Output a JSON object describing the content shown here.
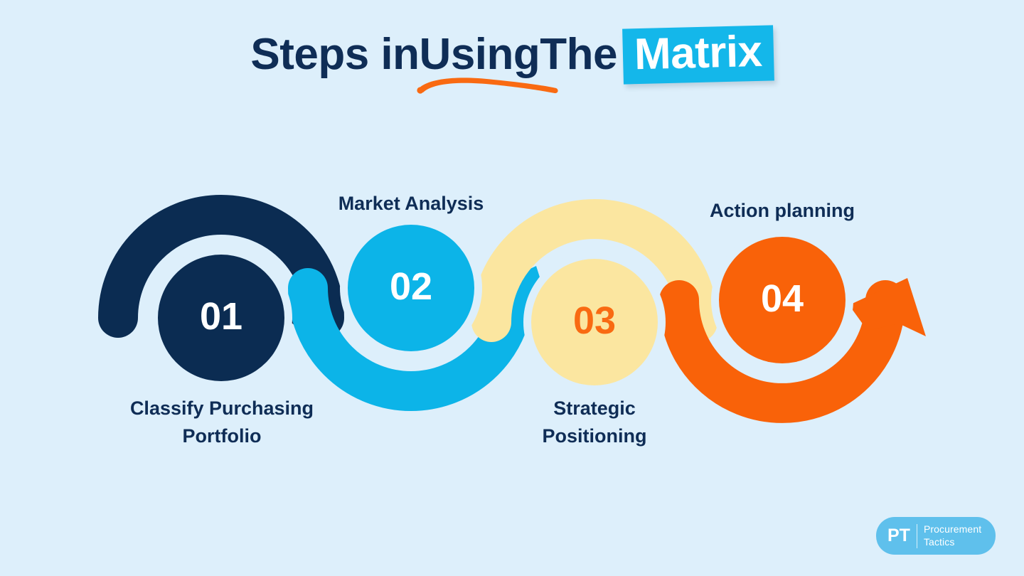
{
  "title": {
    "part1": "Steps in ",
    "underlined": "Using",
    "part2": " The",
    "highlight": "Matrix",
    "highlight_bg": "#14b7ea",
    "underline_color": "#f96a12",
    "text_color": "#0f2d56"
  },
  "background_color": "#ddeffb",
  "steps": [
    {
      "number": "01",
      "label": "Classify Purchasing\nPortfolio",
      "label_line1": "Classify Purchasing",
      "label_line2": "Portfolio",
      "color": "#0b2c52",
      "number_color": "#ffffff",
      "label_position": "below",
      "arc_direction": "arch-down-right"
    },
    {
      "number": "02",
      "label": "Market Analysis",
      "label_line1": "Market Analysis",
      "label_line2": "",
      "color": "#0cb4e8",
      "number_color": "#ffffff",
      "label_position": "above",
      "arc_direction": "valley-up-right"
    },
    {
      "number": "03",
      "label": "Strategic\nPositioning",
      "label_line1": "Strategic",
      "label_line2": "Positioning",
      "color": "#fbe6a0",
      "number_color": "#f96a12",
      "label_position": "below",
      "arc_direction": "arch-down-right"
    },
    {
      "number": "04",
      "label": "Action planning",
      "label_line1": "Action planning",
      "label_line2": "",
      "color": "#f96209",
      "number_color": "#ffffff",
      "label_position": "above",
      "arc_direction": "valley-up-right"
    }
  ],
  "logo": {
    "mark": "PT",
    "line1": "Procurement",
    "line2": "Tactics",
    "background": "#5fc0ec"
  }
}
